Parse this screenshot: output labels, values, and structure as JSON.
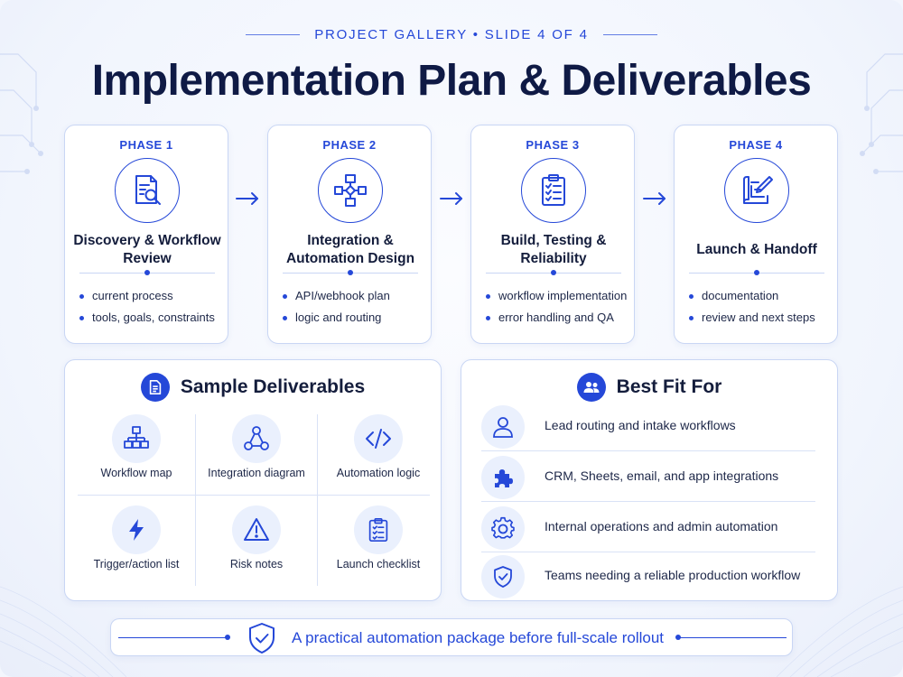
{
  "header": {
    "eyebrow": "PROJECT GALLERY • SLIDE 4 OF 4",
    "title": "Implementation Plan & Deliverables"
  },
  "phases": [
    {
      "label": "PHASE 1",
      "icon": "document-search-icon",
      "title": "Discovery & Workflow Review",
      "bullets": [
        "current process",
        "tools, goals, constraints"
      ]
    },
    {
      "label": "PHASE 2",
      "icon": "flowchart-icon",
      "title": "Integration & Automation Design",
      "bullets": [
        "API/webhook plan",
        "logic and routing"
      ]
    },
    {
      "label": "PHASE 3",
      "icon": "checklist-icon",
      "title": "Build, Testing & Reliability",
      "bullets": [
        "workflow implementation",
        "error handling and QA"
      ]
    },
    {
      "label": "PHASE 4",
      "icon": "blueprint-pencil-icon",
      "title": "Launch & Handoff",
      "bullets": [
        "documentation",
        "review and next steps"
      ]
    }
  ],
  "deliverables": {
    "title": "Sample Deliverables",
    "icon": "document-icon",
    "items": [
      {
        "label": "Workflow map",
        "icon": "workflow-map-icon"
      },
      {
        "label": "Integration diagram",
        "icon": "integration-diagram-icon"
      },
      {
        "label": "Automation logic",
        "icon": "code-icon"
      },
      {
        "label": "Trigger/action list",
        "icon": "lightning-icon"
      },
      {
        "label": "Risk notes",
        "icon": "warning-icon"
      },
      {
        "label": "Launch checklist",
        "icon": "checklist-icon"
      }
    ]
  },
  "best_fit": {
    "title": "Best Fit For",
    "icon": "users-icon",
    "items": [
      {
        "text": "Lead routing and intake workflows",
        "icon": "user-icon"
      },
      {
        "text": "CRM, Sheets, email, and app integrations",
        "icon": "puzzle-icon"
      },
      {
        "text": "Internal operations and admin automation",
        "icon": "gear-icon"
      },
      {
        "text": "Teams needing a reliable production workflow",
        "icon": "shield-check-icon"
      }
    ]
  },
  "footer": {
    "text": "A practical automation package before full-scale rollout",
    "icon": "shield-check-icon"
  },
  "colors": {
    "accent": "#2548d8",
    "text": "#141d3c",
    "border": "#c9d6f4",
    "icon_bg": "#eaf0fd"
  }
}
